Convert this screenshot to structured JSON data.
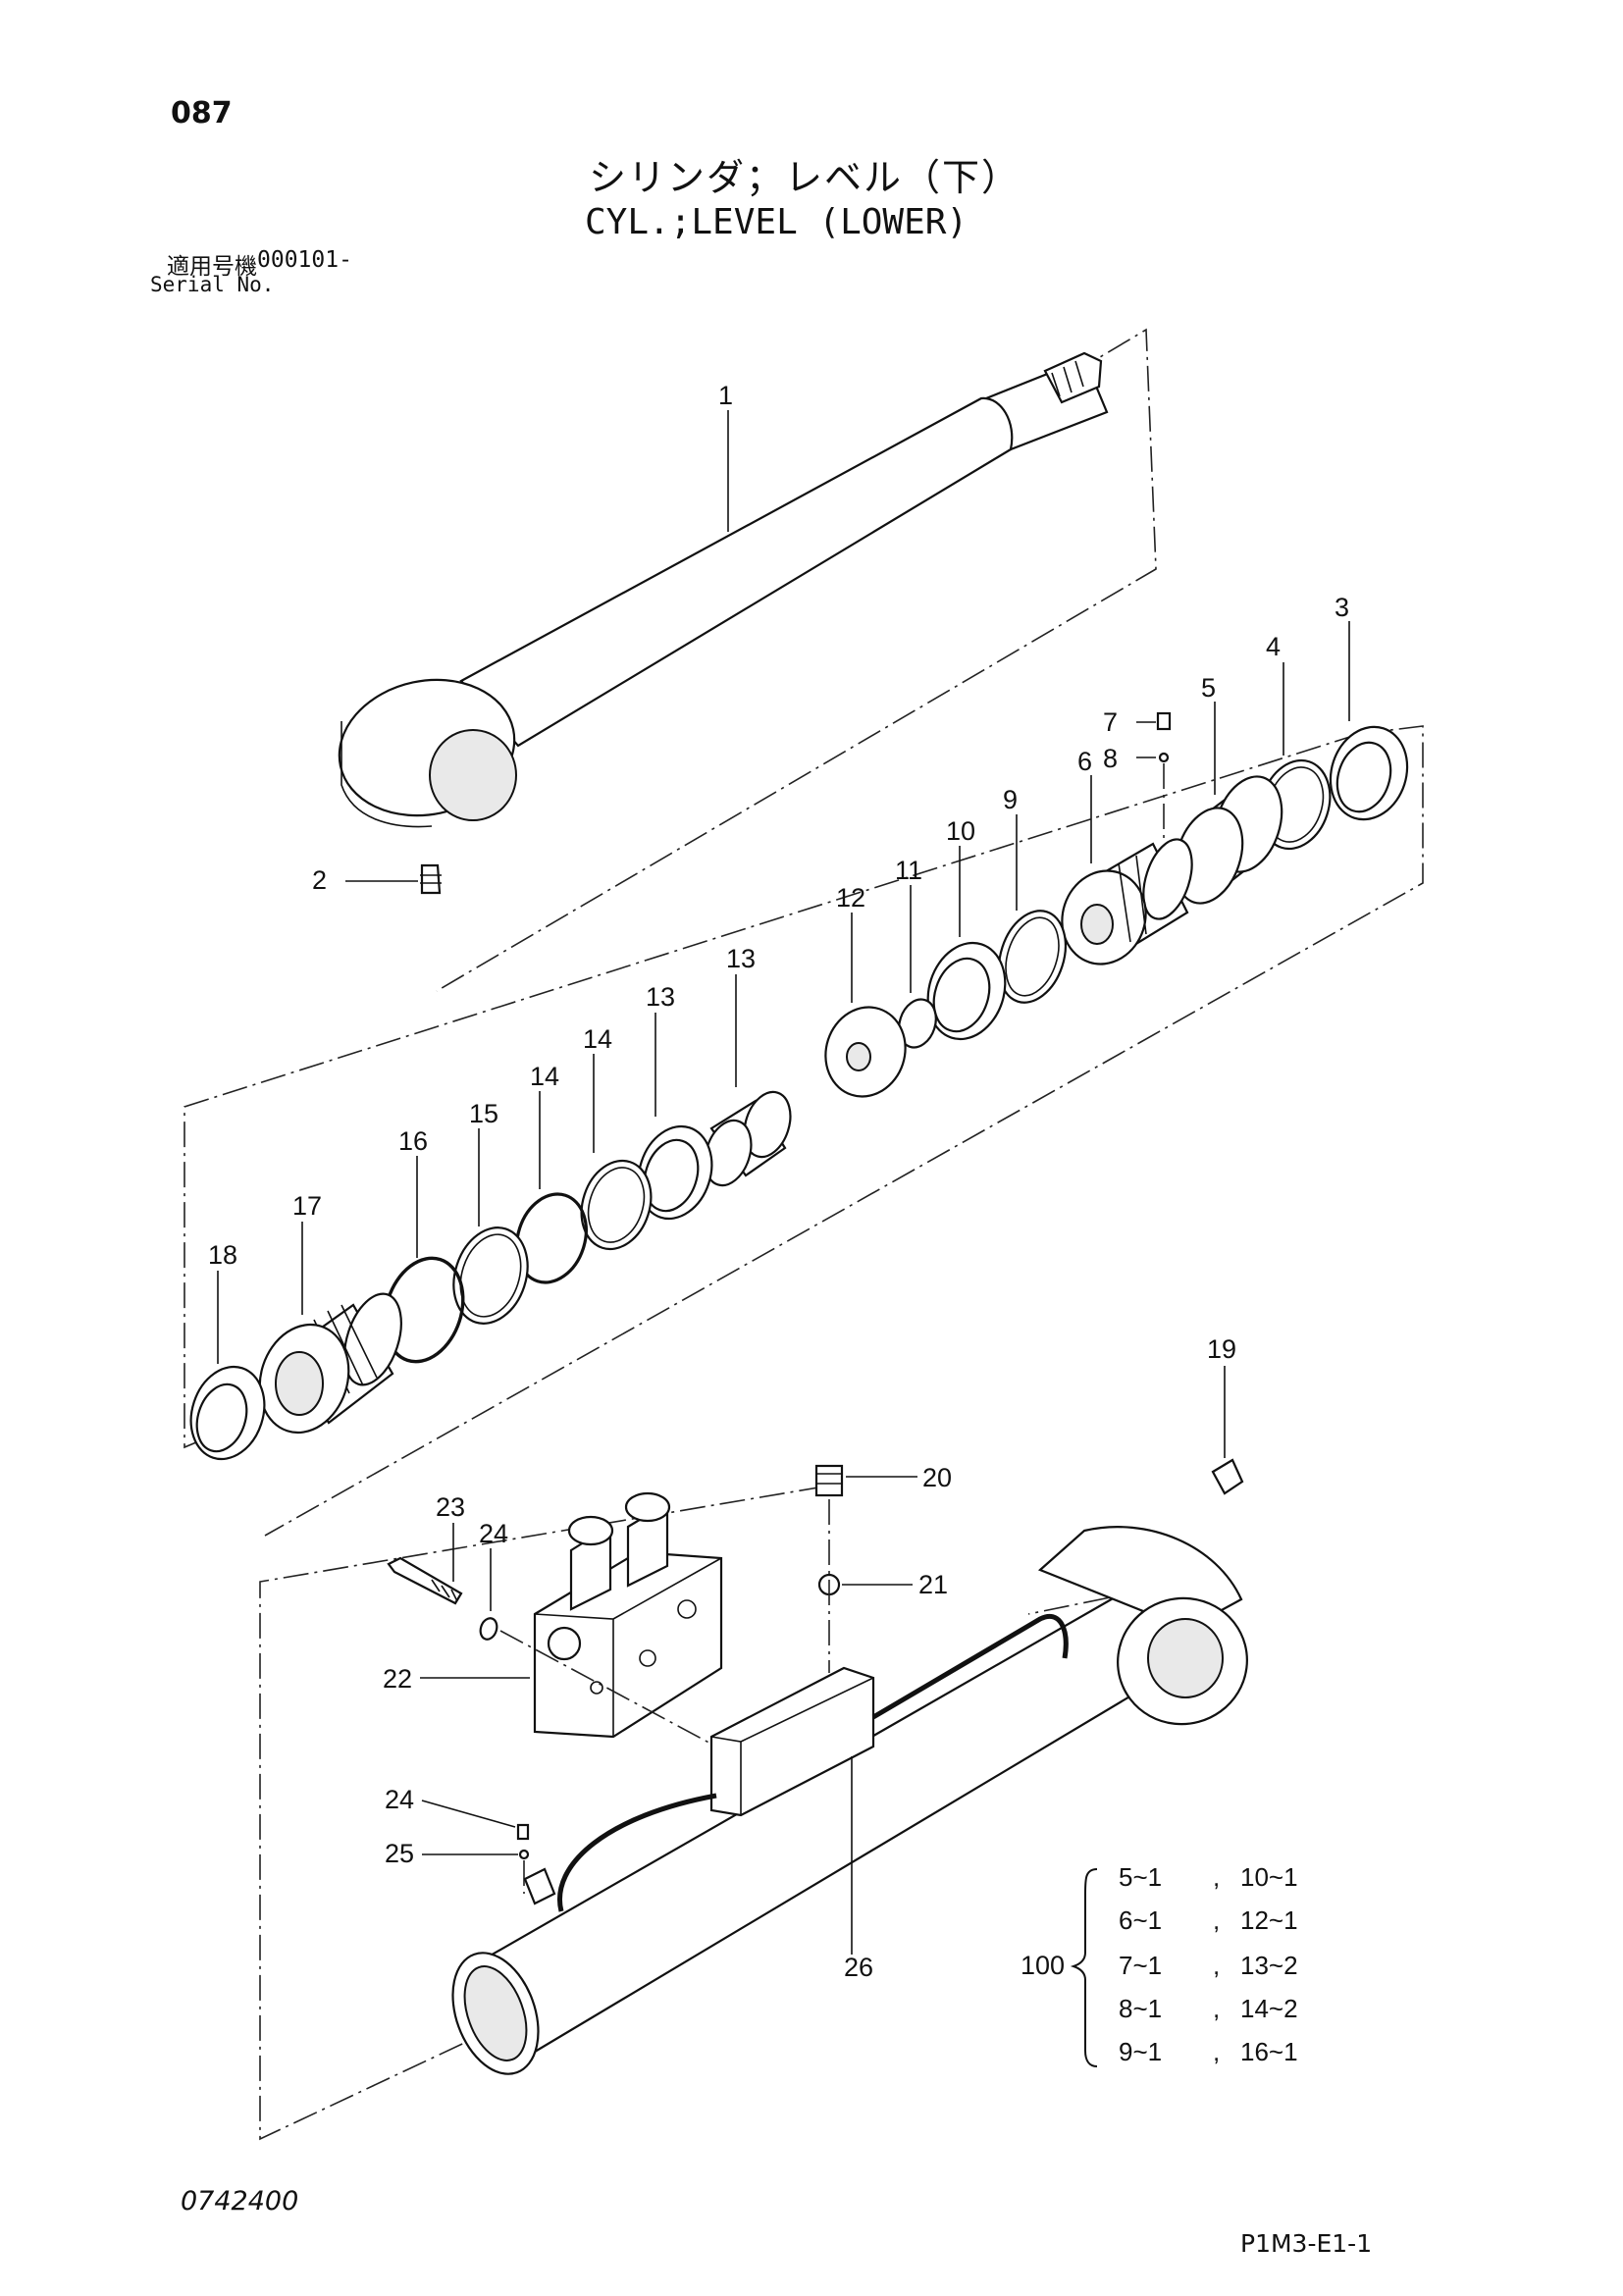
{
  "header": {
    "page_number": "087",
    "title_ja": "シリンダ；レベル（下）",
    "title_en": "CYL.;LEVEL (LOWER)",
    "serial_label_ja": "適用号機",
    "serial_value": "000101-",
    "serial_label_en": "Serial No."
  },
  "callouts": [
    "1",
    "2",
    "3",
    "4",
    "5",
    "6",
    "7",
    "8",
    "9",
    "10",
    "11",
    "12",
    "13",
    "13",
    "14",
    "14",
    "15",
    "16",
    "17",
    "18",
    "19",
    "20",
    "21",
    "22",
    "23",
    "24",
    "24",
    "25",
    "26"
  ],
  "kit": {
    "number": "100",
    "rows": [
      {
        "a": "5~1",
        "b": "10~1"
      },
      {
        "a": "6~1",
        "b": "12~1"
      },
      {
        "a": "7~1",
        "b": "13~2"
      },
      {
        "a": "8~1",
        "b": "14~2"
      },
      {
        "a": "9~1",
        "b": "16~1"
      }
    ]
  },
  "footer": {
    "drawing_number": "0742400",
    "sheet_code": "P1M3-E1-1"
  }
}
